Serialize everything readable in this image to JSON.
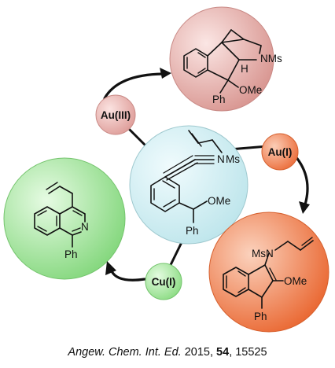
{
  "center": {
    "N": "N",
    "ms": "Ms",
    "ome": "OMe",
    "ph": "Ph"
  },
  "top_product": {
    "nms": "NMs",
    "h": "H",
    "ph": "Ph",
    "ome": "OMe"
  },
  "right_product": {
    "msn": "MsN",
    "ome": "OMe",
    "ph": "Ph"
  },
  "left_product": {
    "n": "N",
    "ph": "Ph"
  },
  "catalysts": {
    "au3": "Au(III)",
    "au1": "Au(I)",
    "cu1": "Cu(I)"
  },
  "colors": {
    "center_circle": "#bfe6ec",
    "top_circle": "#e6a9a6",
    "right_circle": "#ee7d4e",
    "left_circle": "#9fe39a",
    "au3_badge": "#e9b0ad",
    "au1_badge": "#ee7d4e",
    "cu1_badge": "#a4e49c"
  },
  "citation": {
    "journal": "Angew. Chem. Int. Ed.",
    "year": "2015,",
    "volume": "54",
    "pages": ", 15525"
  }
}
